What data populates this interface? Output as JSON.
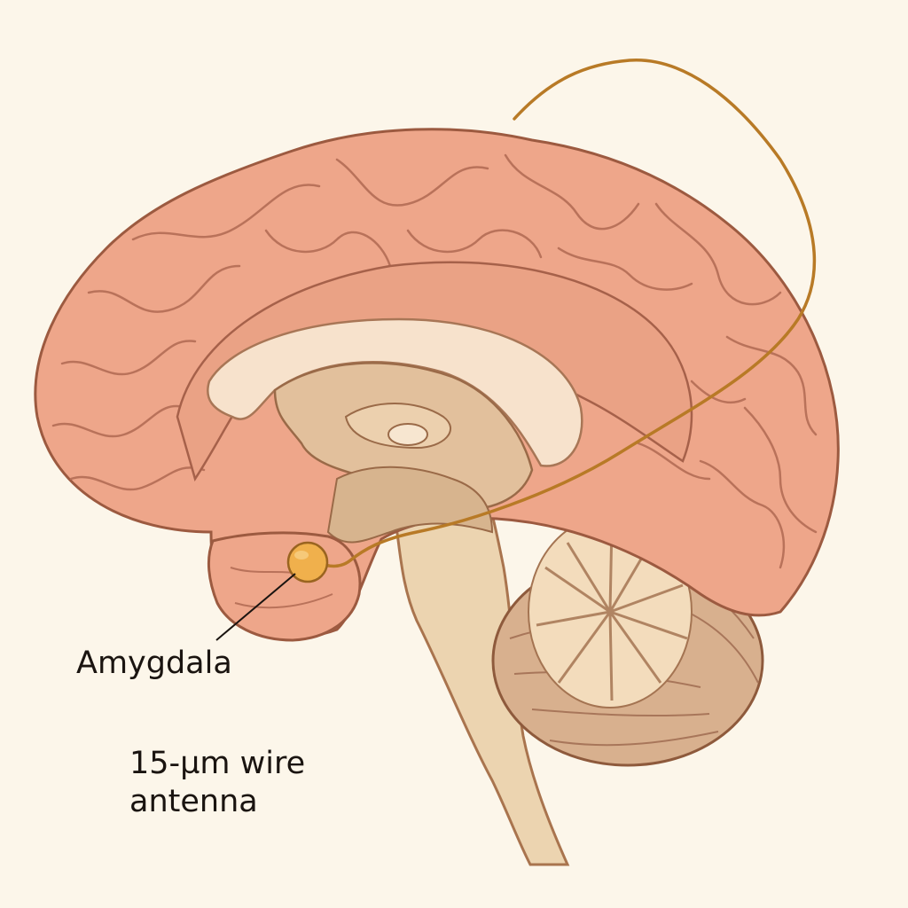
{
  "labels": {
    "amygdala": "Amygdala",
    "wire_line1": "15-µm wire",
    "wire_line2": "antenna"
  },
  "colors": {
    "background": "#fcf6ea",
    "cortex": "#eea68a",
    "cortex_outline": "#9c5a40",
    "gyrus_line": "#b9725a",
    "white_matter": "#f7e2cc",
    "deep_structure": "#e2c09c",
    "brainstem": "#ecd4b0",
    "cerebellum": "#d8b08e",
    "wire": "#b87a26",
    "amygdala_node": "#f0b04c",
    "label_text": "#1a1410"
  }
}
